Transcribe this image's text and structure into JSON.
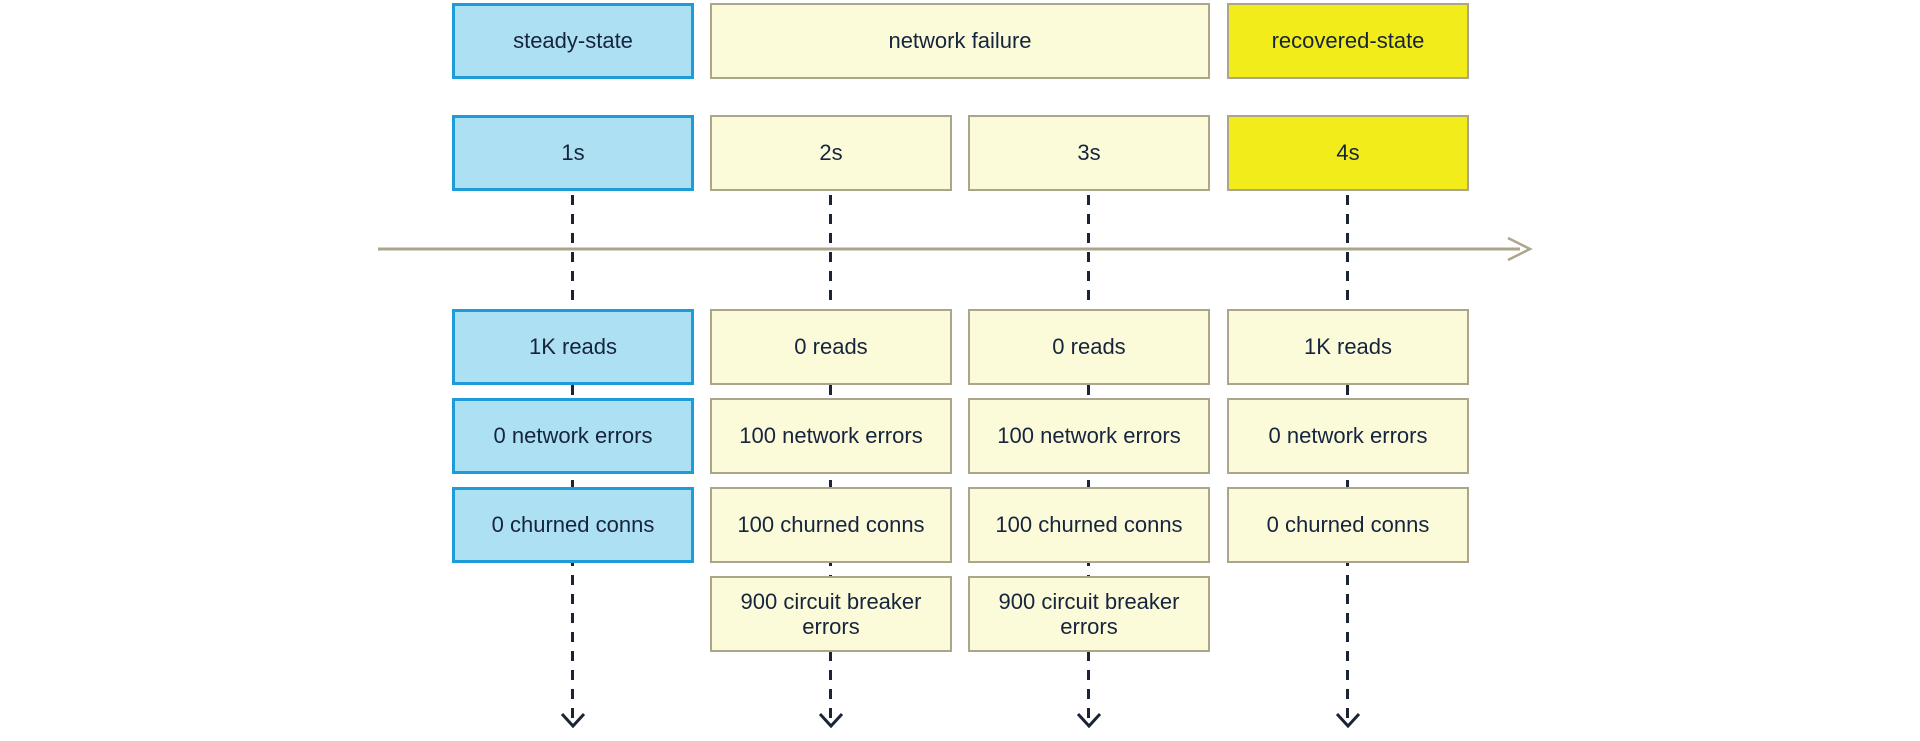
{
  "diagram": {
    "title_implied": "failure timeline",
    "phases": [
      {
        "label": "steady-state",
        "style": "blue"
      },
      {
        "label": "network failure",
        "style": "cream"
      },
      {
        "label": "recovered-state",
        "style": "yellow"
      }
    ],
    "columns": [
      {
        "time": "1s",
        "style": "blue",
        "metrics": [
          "1K reads",
          "0 network errors",
          "0 churned conns"
        ]
      },
      {
        "time": "2s",
        "style": "cream",
        "metrics": [
          "0 reads",
          "100 network errors",
          "100 churned conns",
          "900 circuit breaker errors"
        ]
      },
      {
        "time": "3s",
        "style": "cream",
        "metrics": [
          "0 reads",
          "100 network errors",
          "100 churned conns",
          "900 circuit breaker errors"
        ]
      },
      {
        "time": "4s",
        "style": "yellow",
        "metrics": [
          "1K reads",
          "0 network errors",
          "0 churned conns"
        ]
      }
    ],
    "colors": {
      "blue_fill": "#ACE0F2",
      "blue_border": "#1E9CD7",
      "cream_fill": "#FBFBDA",
      "yellow_fill": "#F2EC1B",
      "tan_border": "#ABA58C",
      "timeline_axis": "#ACA58B",
      "dashed_connector": "#1B2435",
      "text": "#16243D"
    }
  }
}
